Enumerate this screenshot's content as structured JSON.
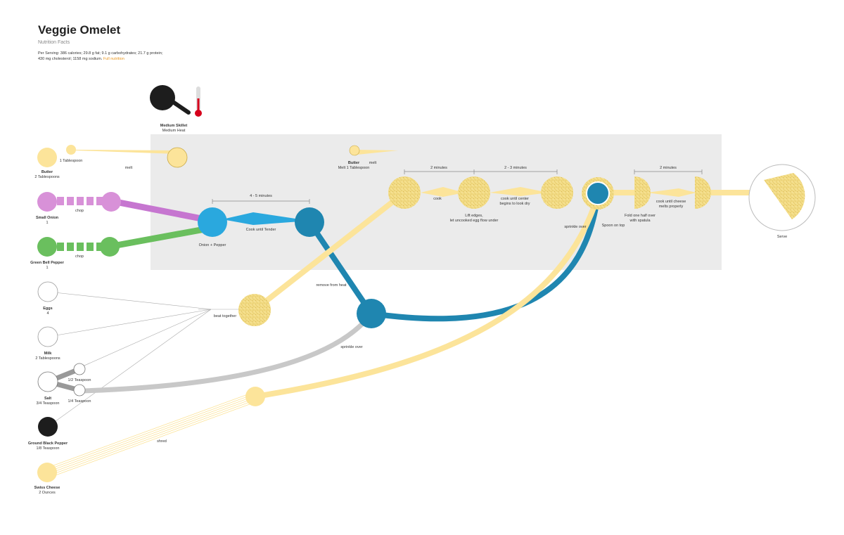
{
  "header": {
    "title": "Veggie Omelet",
    "subtitle": "Nutrition Facts",
    "facts_line1": "Per Serving: 386 calories; 29.8 g fat; 9.1 g carbohydrates; 21.7 g protein;",
    "facts_line2": "430 mg cholesterol; 1158 mg sodium.",
    "facts_link": "Full nutrition"
  },
  "equipment": {
    "name": "Medium Skillet",
    "setting": "Medium Heat"
  },
  "ingredients": {
    "butter": {
      "name": "Butter",
      "qty": "2 Tablespoons",
      "portion": "1 Tablespoon",
      "action": "melt"
    },
    "onion": {
      "name": "Small Onion",
      "qty": "1",
      "action": "chop"
    },
    "pepper": {
      "name": "Green Bell Pepper",
      "qty": "1",
      "action": "chop"
    },
    "eggs": {
      "name": "Eggs",
      "qty": "4"
    },
    "milk": {
      "name": "Milk",
      "qty": "2 Tablespoons"
    },
    "salt": {
      "name": "Salt",
      "qty": "3/4 Teaspoon",
      "portion1": "1/2 Teaspoon",
      "portion2": "1/4 Teaspoon"
    },
    "black_pepper": {
      "name": "Ground Black Pepper",
      "qty": "1/8 Teaspoon"
    },
    "cheese": {
      "name": "Swiss Cheese",
      "qty": "2 Ounces",
      "action": "shred"
    }
  },
  "steps": {
    "butter2_name": "Butter",
    "butter2_qty": "Melt 1 Tablespoon",
    "butter2_action": "melt",
    "onion_pepper": "Onion + Pepper",
    "duration_veg": "4 - 5 minutes",
    "cook_tender": "Cook until Tender",
    "remove_heat": "remove from heat",
    "beat_together": "beat together",
    "sprinkle_over_salt": "sprinkle over",
    "duration_a": "2 minutes",
    "duration_b": "2 - 3 minutes",
    "duration_c": "2 minutes",
    "cook": "cook",
    "lift_edges_1": "Lift edges,",
    "lift_edges_2": "let uncooked egg flow under",
    "cook_center_1": "cook until center",
    "cook_center_2": "begins to look dry",
    "sprinkle_over_cheese": "sprinkle over",
    "spoon_on_top": "Spoon on top",
    "fold_1": "Fold one half over",
    "fold_2": "with spatula",
    "cheese_melt_1": "cook until cheese",
    "cheese_melt_2": "melts properly",
    "serve": "Serve"
  },
  "colors": {
    "butter": "#fce49a",
    "egg": "#f3dd8a",
    "onion": "#d891d8",
    "pepper": "#6abf5e",
    "veg_light": "#2aa8de",
    "veg_dark": "#1f86b0",
    "salt_line": "#c8c8c8",
    "heat_zone": "#ebebeb",
    "thermo_red": "#d6001c"
  }
}
